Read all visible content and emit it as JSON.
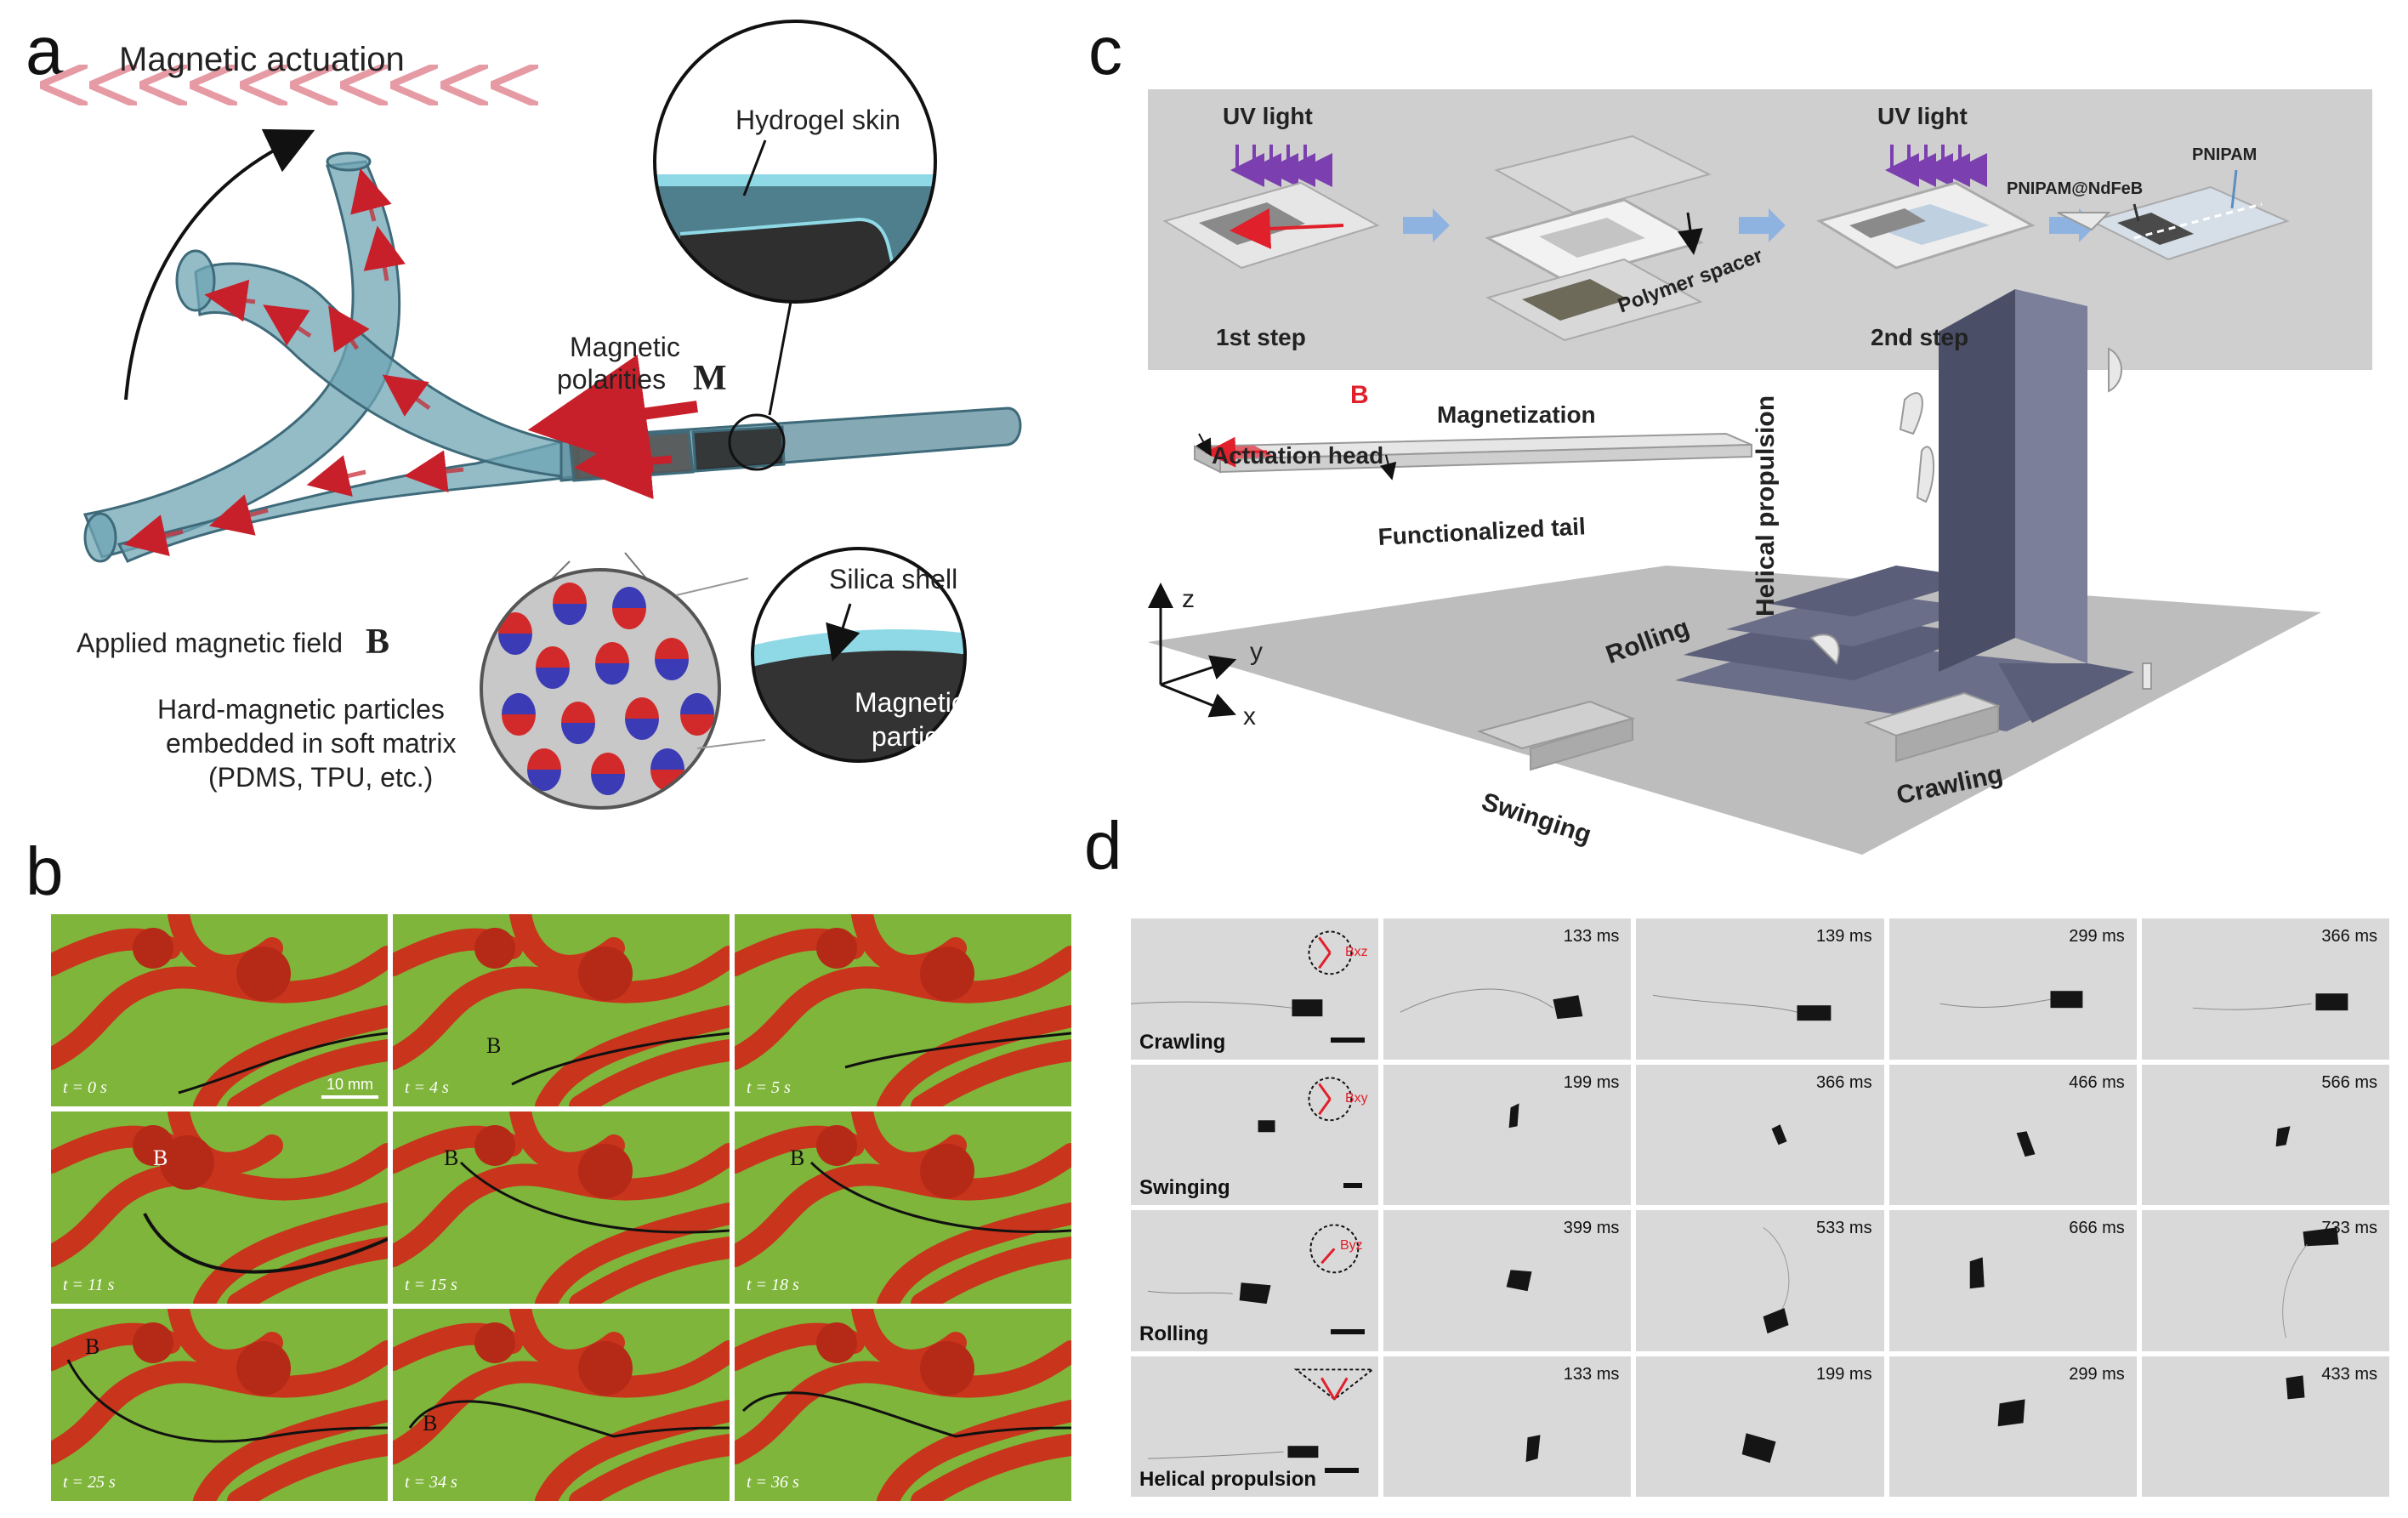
{
  "panel_a": {
    "label": "a",
    "title": "Magnetic actuation",
    "hydrogel_skin": "Hydrogel skin",
    "magnetic_polarities_line1": "Magnetic",
    "magnetic_polarities_line2": "polarities",
    "polarity_symbol": "M",
    "applied_field": "Applied magnetic field",
    "field_symbol": "B",
    "particles_line1": "Hard-magnetic particles",
    "particles_line2": "embedded in soft matrix",
    "particles_line3": "(PDMS, TPU, etc.)",
    "silica_shell": "Silica shell",
    "magnetic_particle_line1": "Magnetic",
    "magnetic_particle_line2": "particle",
    "colors": {
      "field_top": "#e69aa4",
      "field_bottom": "#7fb7e6",
      "robot": "#6fa6b4",
      "arrow": "#c8202a",
      "skin": "#8fd9e6"
    }
  },
  "panel_b": {
    "label": "b",
    "scale_bar": "10 mm",
    "frames": [
      {
        "time": "t = 0 s",
        "field": ""
      },
      {
        "time": "t = 4 s",
        "field": "B"
      },
      {
        "time": "t = 5 s",
        "field": ""
      },
      {
        "time": "t = 11 s",
        "field": "B"
      },
      {
        "time": "t = 15 s",
        "field": "B"
      },
      {
        "time": "t = 18 s",
        "field": "B"
      },
      {
        "time": "t = 25 s",
        "field": "B"
      },
      {
        "time": "t = 34 s",
        "field": "B"
      },
      {
        "time": "t = 36 s",
        "field": ""
      }
    ],
    "colors": {
      "background": "#7fb53a",
      "vessel": "#c9341c",
      "wire": "#111111"
    }
  },
  "panel_c": {
    "label": "c",
    "uv_light_1": "UV light",
    "uv_light_2": "UV light",
    "step1": "1st step",
    "polymer_spacer": "Polymer spacer",
    "step2": "2nd step",
    "pnipam_ndfeb": "PNIPAM@NdFeB",
    "pnipam": "PNIPAM",
    "field_symbol": "B",
    "magnetization": "Magnetization",
    "actuation_head": "Actuation head",
    "functionalized_tail": "Functionalized tail",
    "axis_z": "z",
    "axis_y": "y",
    "axis_x": "x",
    "rolling": "Rolling",
    "helical_propulsion": "Helical propulsion",
    "swinging": "Swinging",
    "crawling": "Crawling",
    "colors": {
      "box": "#cfcfcf",
      "uv": "#7b3fb0",
      "process_arrow": "#8fb3e0",
      "stairs": "#5a5e78",
      "floor": "#bdbdbd",
      "field": "#e0202a"
    }
  },
  "panel_d": {
    "label": "d",
    "rows": [
      {
        "mode": "Crawling",
        "field_label": "Bxz",
        "times": [
          "133 ms",
          "139 ms",
          "299 ms",
          "366 ms"
        ]
      },
      {
        "mode": "Swinging",
        "field_label": "Bxy",
        "times": [
          "199 ms",
          "366 ms",
          "466 ms",
          "566 ms"
        ]
      },
      {
        "mode": "Rolling",
        "field_label": "Byz",
        "times": [
          "399 ms",
          "533 ms",
          "666 ms",
          "733 ms"
        ]
      },
      {
        "mode": "Helical propulsion",
        "field_label": "",
        "times": [
          "133 ms",
          "199 ms",
          "299 ms",
          "433 ms"
        ]
      }
    ],
    "colors": {
      "background": "#d9d9d9",
      "robot": "#151515",
      "field": "#e0202a"
    }
  }
}
